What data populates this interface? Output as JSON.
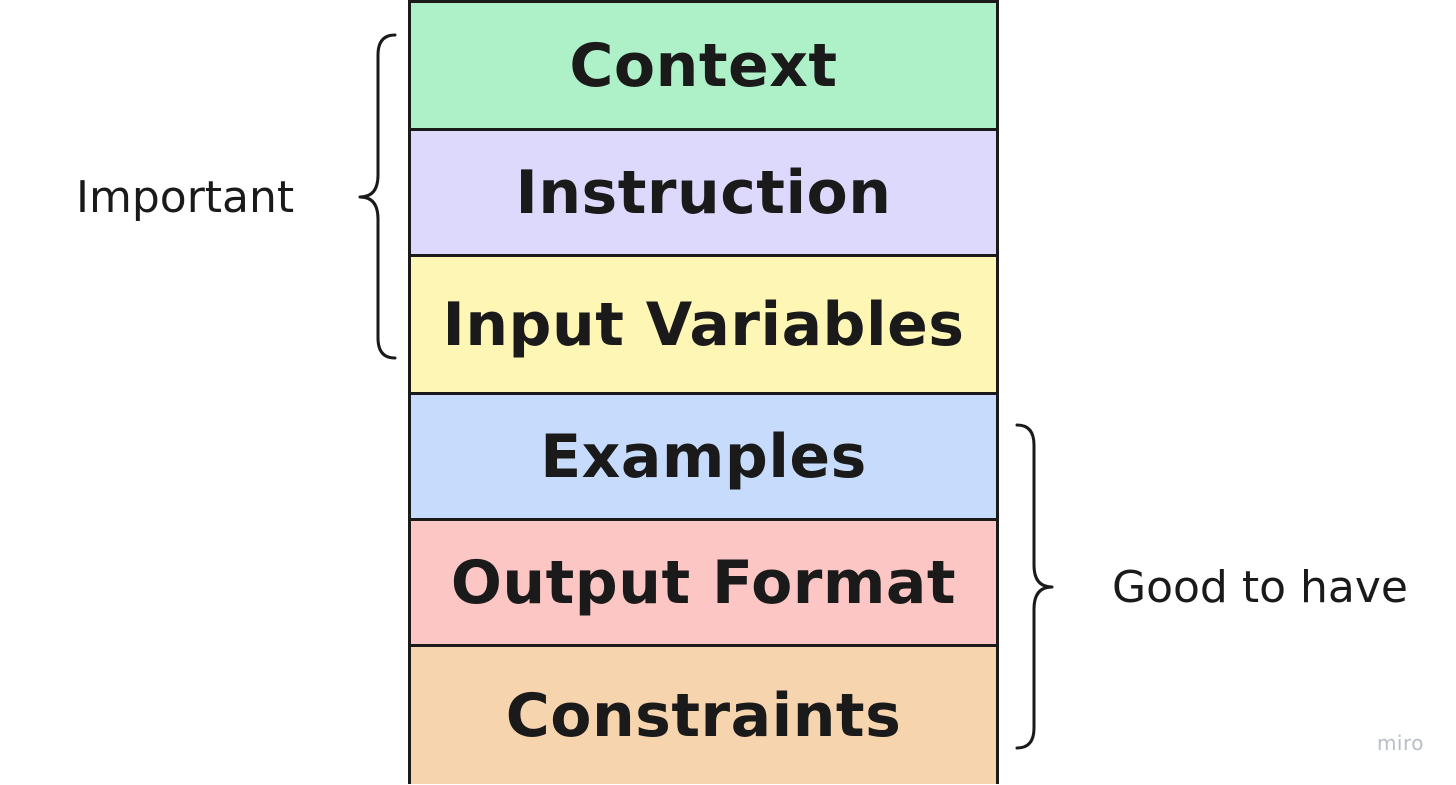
{
  "blocks": [
    {
      "label": "Context",
      "color": "#aef1c8"
    },
    {
      "label": "Instruction",
      "color": "#ddd9fd"
    },
    {
      "label": "Input Variables",
      "color": "#fef6b4"
    },
    {
      "label": "Examples",
      "color": "#c7dcfd"
    },
    {
      "label": "Output Format",
      "color": "#fcc6c5"
    },
    {
      "label": "Constraints",
      "color": "#f6d4ae"
    }
  ],
  "groups": {
    "important_label": "Important",
    "good_to_have_label": "Good to have"
  },
  "watermark": "miro"
}
